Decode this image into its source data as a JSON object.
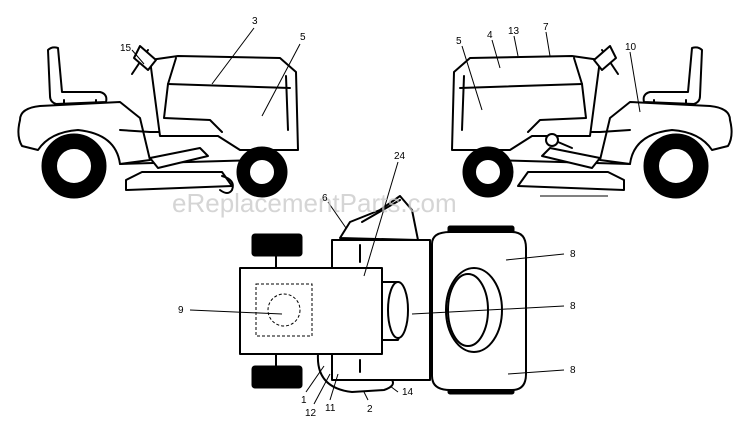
{
  "watermark": "eReplacementParts.com",
  "callouts": {
    "n1": "1",
    "n2": "2",
    "n3": "3",
    "n4": "4",
    "n5a": "5",
    "n5b": "5",
    "n6": "6",
    "n7": "7",
    "n8a": "8",
    "n8b": "8",
    "n8c": "8",
    "n9": "9",
    "n10": "10",
    "n11": "11",
    "n12": "12",
    "n13": "13",
    "n14": "14",
    "n15": "15",
    "n24": "24"
  }
}
